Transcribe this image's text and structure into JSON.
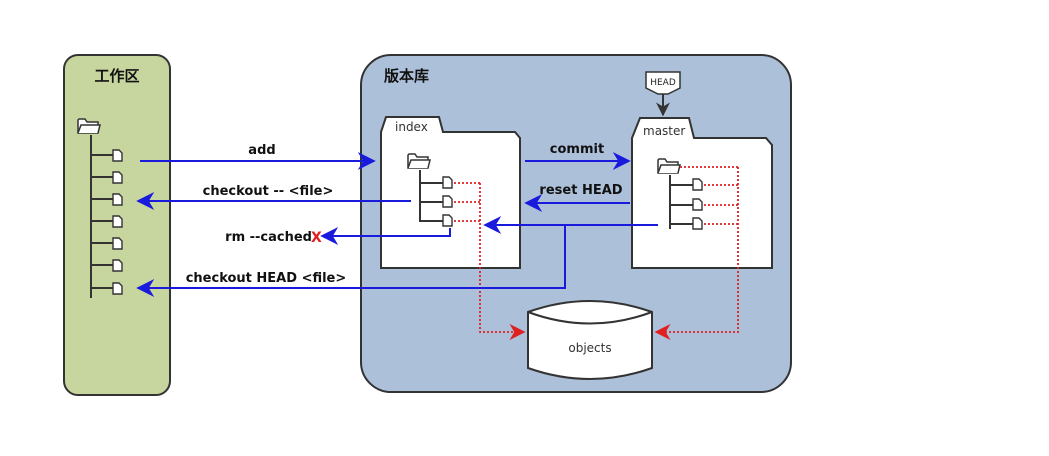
{
  "workspace": {
    "title": "工作区",
    "file_count": 7
  },
  "repository": {
    "title": "版本库",
    "index": {
      "label": "index",
      "file_count": 3
    },
    "master": {
      "label": "master",
      "file_count": 3
    },
    "head_pointer": "HEAD",
    "objects": {
      "label": "objects"
    }
  },
  "commands": {
    "add": "add",
    "checkout_file": "checkout -- <file>",
    "rm_cached": "rm --cached",
    "rm_cached_mark": "X",
    "checkout_head_file": "checkout HEAD <file>",
    "commit": "commit",
    "reset_head": "reset HEAD"
  },
  "colors": {
    "workspace_fill": "#c7d59f",
    "repo_fill": "#adc0d9",
    "arrow_blue": "#1a1adc",
    "link_red": "#e02020",
    "outline": "#333333"
  }
}
